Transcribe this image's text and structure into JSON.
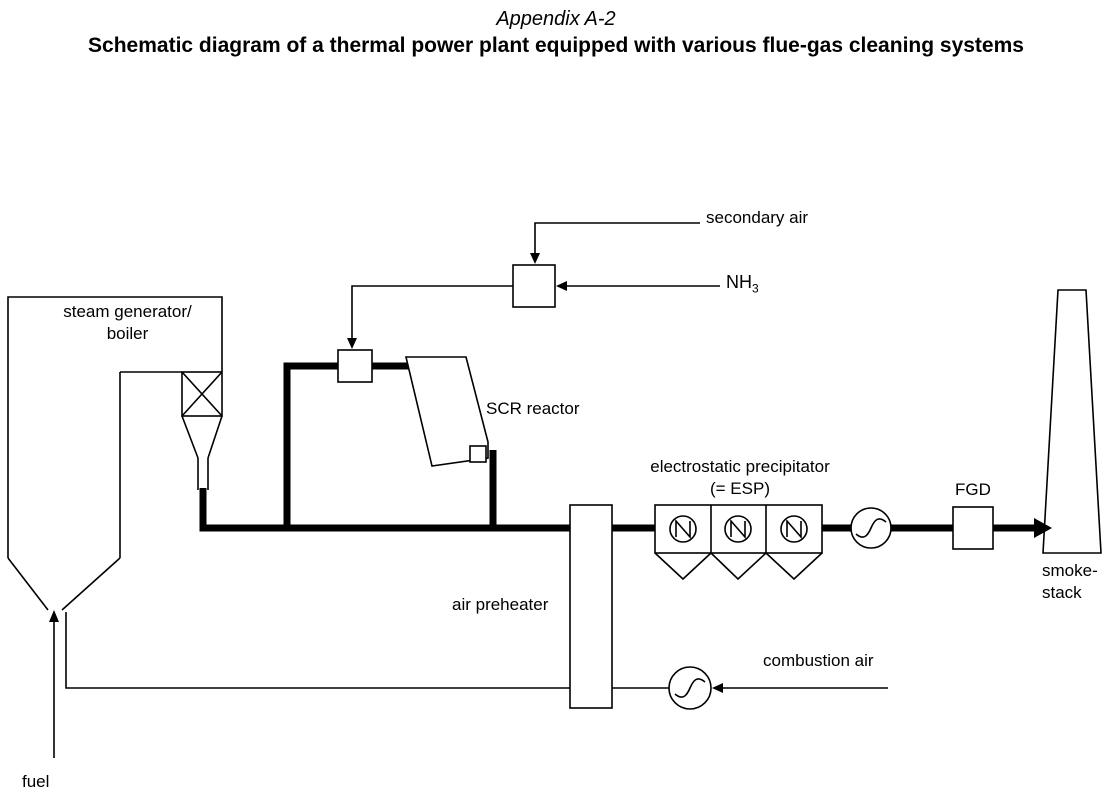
{
  "title": {
    "line1": "Appendix A-2",
    "line2": "Schematic diagram of a thermal power plant equipped with various flue-gas cleaning systems"
  },
  "labels": {
    "boiler1": "steam generator/",
    "boiler2": "boiler",
    "fuel": "fuel",
    "secondary_air": "secondary air",
    "nh3_base": "NH",
    "nh3_sub": "3",
    "scr": "SCR reactor",
    "preheater": "air preheater",
    "esp1": "electrostatic precipitator",
    "esp2": "(= ESP)",
    "fgd": "FGD",
    "combustion_air": "combustion air",
    "stack1": "smoke-",
    "stack2": "stack"
  },
  "colors": {
    "ink": "#000000",
    "paper": "#ffffff"
  }
}
